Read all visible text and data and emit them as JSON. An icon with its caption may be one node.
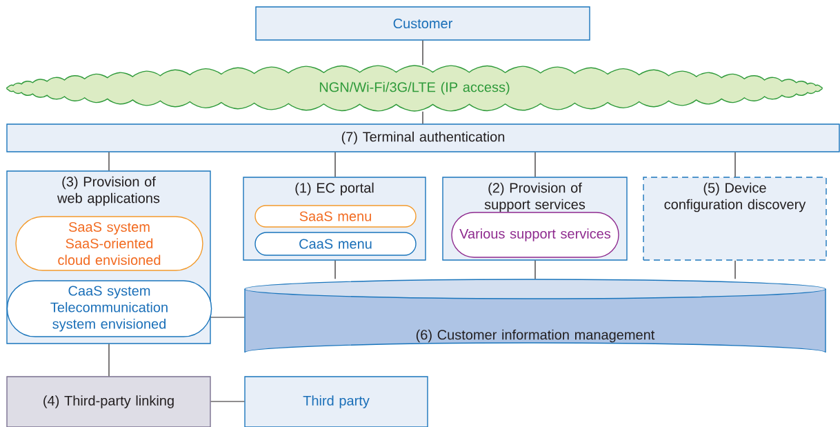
{
  "diagram": {
    "nodes": [
      {
        "text": [
          "Customer"
        ]
      },
      {
        "text": [
          "NGN/Wi-Fi/3G/LTE (IP access)"
        ]
      },
      {
        "text": [
          "(7) Terminal authentication"
        ]
      },
      {
        "text": [
          "(3) Provision of web applications"
        ]
      },
      {
        "text": [
          "SaaS system SaaS-oriented cloud envisioned"
        ],
        "in": 3
      },
      {
        "text": [
          "CaaS system Telecommunication system envisioned"
        ],
        "in": 3
      },
      {
        "text": [
          "(1) EC portal"
        ]
      },
      {
        "text": [
          "SaaS menu"
        ],
        "in": 6
      },
      {
        "text": [
          "CaaS menu"
        ],
        "in": 6
      },
      {
        "text": [
          "(2) Provision of support services"
        ]
      },
      {
        "text": [
          "Various support services"
        ],
        "in": 9
      },
      {
        "text": [
          "(5) Device configuration discovery"
        ]
      },
      {
        "text": [
          "(6) Customer information management"
        ]
      },
      {
        "text": [
          "(4) Third-party linking"
        ]
      },
      {
        "text": [
          "Third party"
        ]
      }
    ],
    "edges": [
      {
        "from": 0,
        "to": 1,
        "arrow": "none"
      },
      {
        "from": 1,
        "to": 2,
        "arrow": "none"
      },
      {
        "from": 2,
        "to": 3,
        "arrow": "none"
      },
      {
        "from": 2,
        "to": 6,
        "arrow": "none"
      },
      {
        "from": 2,
        "to": 9,
        "arrow": "none"
      },
      {
        "from": 2,
        "to": 11,
        "arrow": "none"
      },
      {
        "from": 6,
        "to": 12,
        "arrow": "none"
      },
      {
        "from": 9,
        "to": 12,
        "arrow": "none"
      },
      {
        "from": 11,
        "to": 12,
        "arrow": "none"
      },
      {
        "from": 3,
        "to": 12,
        "arrow": "none"
      },
      {
        "from": 3,
        "to": 13,
        "arrow": "none"
      },
      {
        "from": 13,
        "to": 14,
        "arrow": "none"
      }
    ]
  }
}
